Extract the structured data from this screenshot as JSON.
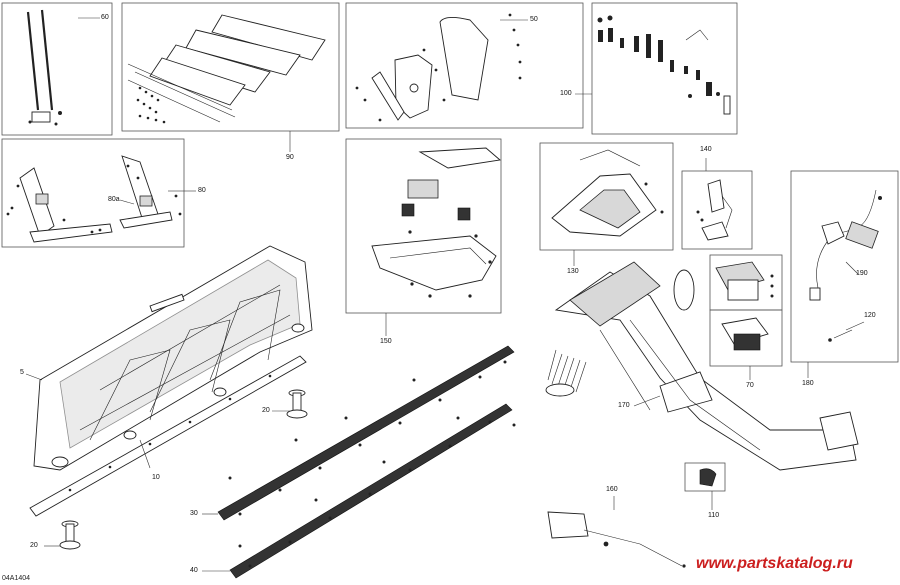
{
  "diagram": {
    "callouts": {
      "c5": "5",
      "c10": "10",
      "c20a": "20",
      "c20b": "20",
      "c30": "30",
      "c40": "40",
      "c50": "50",
      "c60": "60",
      "c70": "70",
      "c80": "80",
      "c80a": "80a",
      "c90": "90",
      "c100": "100",
      "c110": "110",
      "c120": "120",
      "c130": "130",
      "c140": "140",
      "c150": "150",
      "c160": "160",
      "c170": "170",
      "c180": "180",
      "c190": "190"
    },
    "drawing_code": "04A1404",
    "watermark": "www.partskatalog.ru",
    "colors": {
      "line": "#222222",
      "box": "#555555",
      "watermark": "#cc1f1f"
    }
  }
}
